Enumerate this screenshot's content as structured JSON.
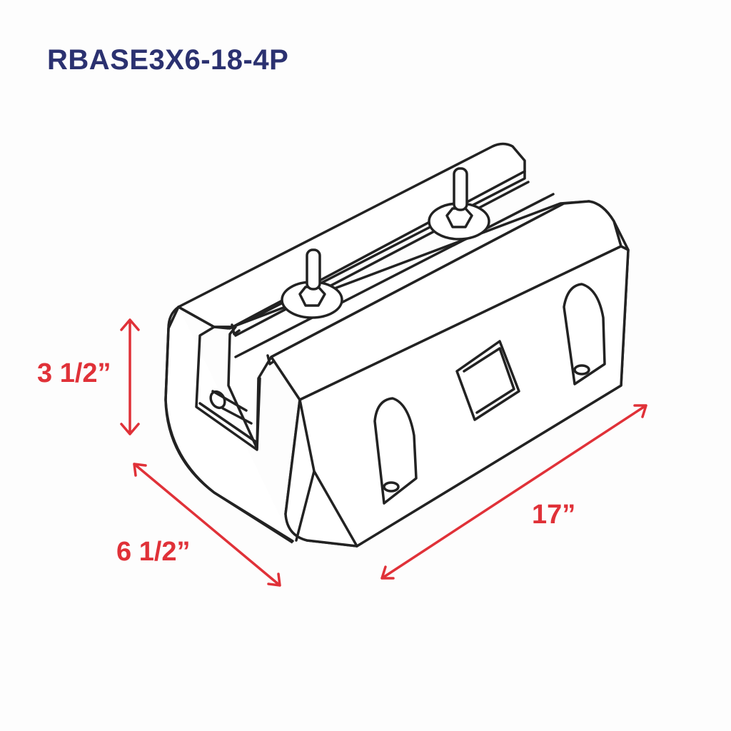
{
  "title": "RBASE3X6-18-4P",
  "dimensions": {
    "height": "3 1/2”",
    "width": "6 1/2”",
    "length": "17”"
  },
  "colors": {
    "title": "#2b3170",
    "dimension": "#e03138",
    "outline": "#222222",
    "background": "#fdfdfd"
  }
}
